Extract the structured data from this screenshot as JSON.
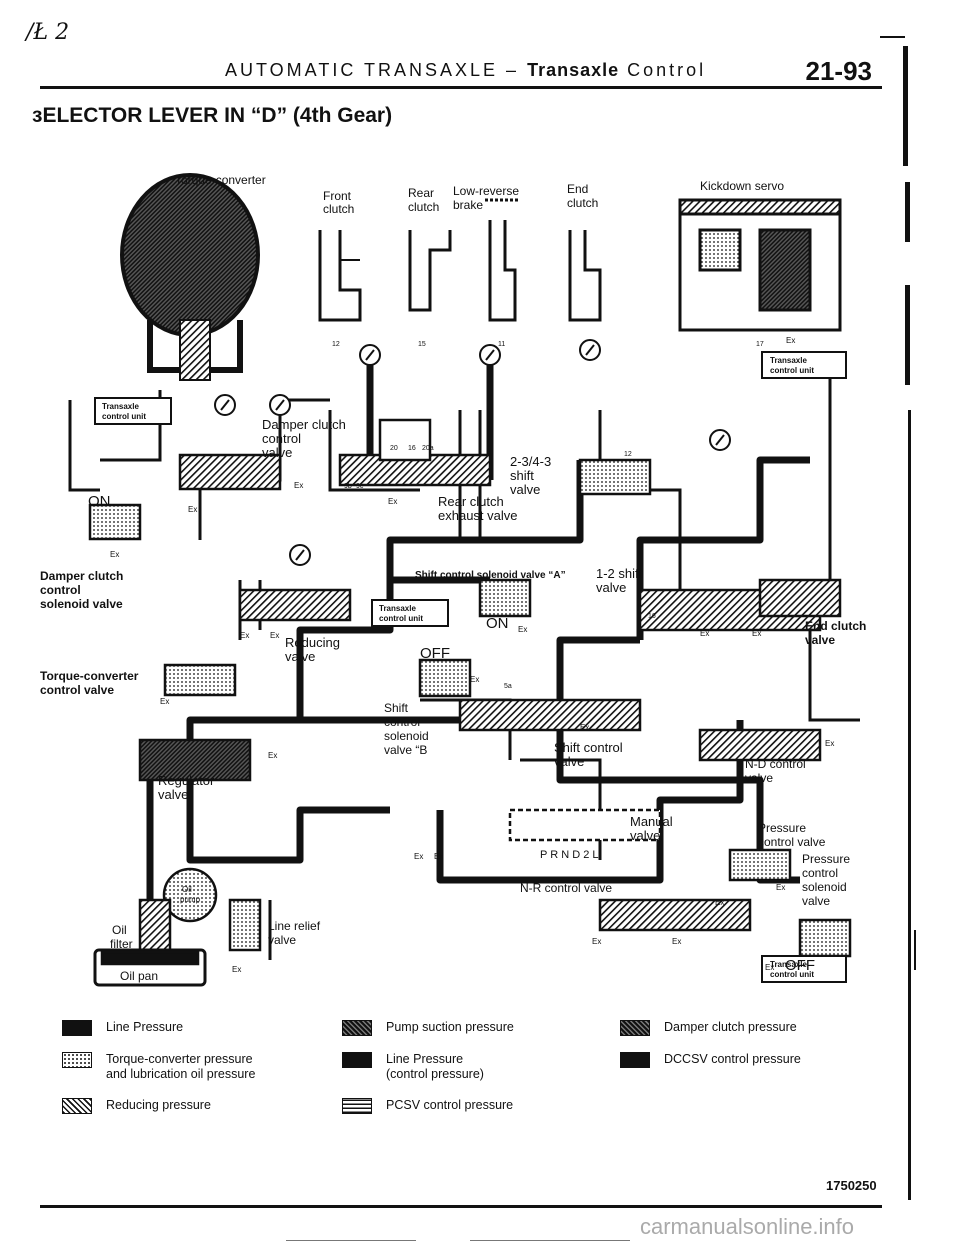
{
  "page": {
    "corner_mark": "/Ł 2",
    "header_title_pre": "AUTOMATIC TRANSAXLE – ",
    "header_title_bold": "Transaxle",
    "header_title_post": " Control",
    "page_number": "21-93",
    "section_title": "ɜELECTOR LEVER IN “D” (4th Gear)",
    "figure_number": "1750250",
    "watermark": "carmanualsonline.info"
  },
  "diagram": {
    "labels": {
      "torque_converter": "Torque-converter",
      "front_clutch": [
        "Front",
        "clutch"
      ],
      "rear_clutch": [
        "Rear",
        "clutch"
      ],
      "low_reverse_brake": [
        "Low-reverse",
        "brake"
      ],
      "end_clutch": [
        "End",
        "clutch"
      ],
      "kickdown_servo": "Kickdown servo",
      "transaxle_control_unit": [
        "Transaxle",
        "control unit"
      ],
      "damper_clutch_control_valve": [
        "Damper clutch",
        "control",
        "valve"
      ],
      "damper_clutch_control_solenoid_valve": [
        "Damper clutch",
        "control",
        "solenoid valve"
      ],
      "on": "ON",
      "off": "OFF",
      "ex": "Ex",
      "shift_valve_234_3": [
        "2-3/4-3",
        "shift",
        "valve"
      ],
      "rear_clutch_exhaust_valve": [
        "Rear clutch",
        "exhaust valve"
      ],
      "shift_control_solenoid_valve_a": "Shift control solenoid valve “A”",
      "shift_valve_1_2": [
        "1-2 shift",
        "valve"
      ],
      "end_clutch_valve": [
        "End clutch",
        "valve"
      ],
      "reducing_valve": [
        "Reducing",
        "valve"
      ],
      "torque_converter_control_valve": [
        "Torque-converter",
        "control valve"
      ],
      "shift_control_solenoid_valve_b": [
        "Shift",
        "control",
        "solenoid",
        "valve “B"
      ],
      "shift_control_valve": [
        "Shift control",
        "valve"
      ],
      "nd_control_valve": [
        "N-D control",
        "valve"
      ],
      "regulator_valve": [
        "Regulator",
        "valve"
      ],
      "manual_valve": [
        "Manual",
        "valve"
      ],
      "prnd2l": "P R N D 2 L",
      "pressure_control_valve": [
        "Pressure",
        "control valve"
      ],
      "pressure_control_solenoid_valve": [
        "Pressure",
        "control",
        "solenoid",
        "valve"
      ],
      "nr_control_valve": "N-R control valve",
      "oil_pump": [
        "Oil",
        "pump"
      ],
      "oil_filter": [
        "Oil",
        "filter"
      ],
      "line_relief_valve": [
        "Line relief",
        "valve"
      ],
      "oil_pan": "Oil pan"
    },
    "port_numbers": [
      "12",
      "15",
      "11",
      "17",
      "20",
      "16",
      "20a",
      "9b",
      "9c",
      "5a",
      "16",
      "12"
    ]
  },
  "legend": {
    "line_pressure": "Line Pressure",
    "torque_converter_pressure": [
      "Torque-converter pressure",
      "and lubrication oil pressure"
    ],
    "reducing_pressure": "Reducing pressure",
    "pump_suction_pressure": "Pump suction pressure",
    "line_pressure_control": [
      "Line Pressure",
      "(control pressure)"
    ],
    "pcsv_control_pressure": "PCSV control pressure",
    "damper_clutch_pressure": "Damper clutch pressure",
    "dccsv_control_pressure": "DCCSV control pressure"
  },
  "colors": {
    "ink": "#111111",
    "paper": "#ffffff",
    "watermark": "#aaaaaa"
  }
}
